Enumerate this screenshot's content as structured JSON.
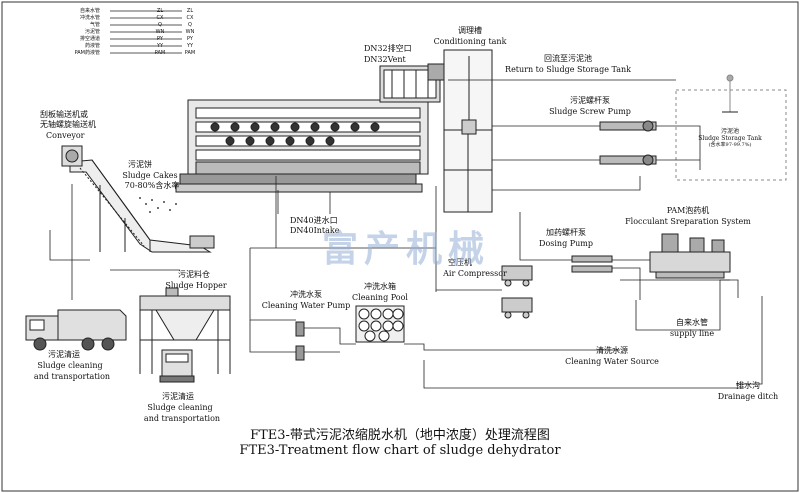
{
  "legend": [
    {
      "name": "自来水管",
      "code": "ZL"
    },
    {
      "name": "冲洗水管",
      "code": "CX"
    },
    {
      "name": "气管",
      "code": "Q"
    },
    {
      "name": "污泥管",
      "code": "WN"
    },
    {
      "name": "排空通道",
      "code": "PY"
    },
    {
      "name": "药液管",
      "code": "YY"
    },
    {
      "name": "PAM药液管",
      "code": "PAM"
    }
  ],
  "labels": {
    "conveyor_cn": "刮板输送机或",
    "conveyor_cn2": "无轴螺旋输送机",
    "conveyor_en": "Conveyor",
    "cakes_cn": "污泥饼",
    "cakes_en": "Sludge Cakes",
    "cakes_moist": "70-80%含水率",
    "dn32_cn": "DN32排空口",
    "dn32_en": "DN32Vent",
    "tank_cn": "调理槽",
    "tank_en": "Conditioning tank",
    "return_cn": "回流至污泥池",
    "return_en": "Return to Sludge Storage Tank",
    "screw_cn": "污泥螺杆泵",
    "screw_en": "Sludge Screw Pump",
    "storage_cn": "污泥池",
    "storage_en": "Sludge Storage Tank",
    "storage_moist": "(含水率97-99.7%)",
    "dn40_cn": "DN40进水口",
    "dn40_en": "DN40Intake",
    "dosing_cn": "加药螺杆泵",
    "dosing_en": "Dosing Pump",
    "pam_cn": "PAM泡药机",
    "pam_en": "Flocculant Sreparation System",
    "air_cn": "空压机",
    "air_en": "Air Compressor",
    "hopper_cn": "污泥料仓",
    "hopper_en": "Sludge Hopper",
    "cwp_cn": "冲洗水泵",
    "cwp_en": "Cleaning Water Pump",
    "pool_cn": "冲洗水箱",
    "pool_en": "Cleaning Pool",
    "supply_cn": "自来水管",
    "supply_en": "supply line",
    "cws_cn": "清洗水源",
    "cws_en": "Cleaning Water Source",
    "drain_cn": "排水沟",
    "drain_en": "Drainage ditch",
    "sct1_cn": "污泥清运",
    "sct1_en1": "Sludge cleaning",
    "sct1_en2": "and transportation",
    "sct2_cn": "污泥清运",
    "sct2_en1": "Sludge cleaning",
    "sct2_en2": "and transportation"
  },
  "watermark": "富产机械",
  "caption_cn": "FTE3-带式污泥浓缩脱水机（地中浓度）处理流程图",
  "caption_en": "FTE3-Treatment flow chart of sludge dehydrator"
}
